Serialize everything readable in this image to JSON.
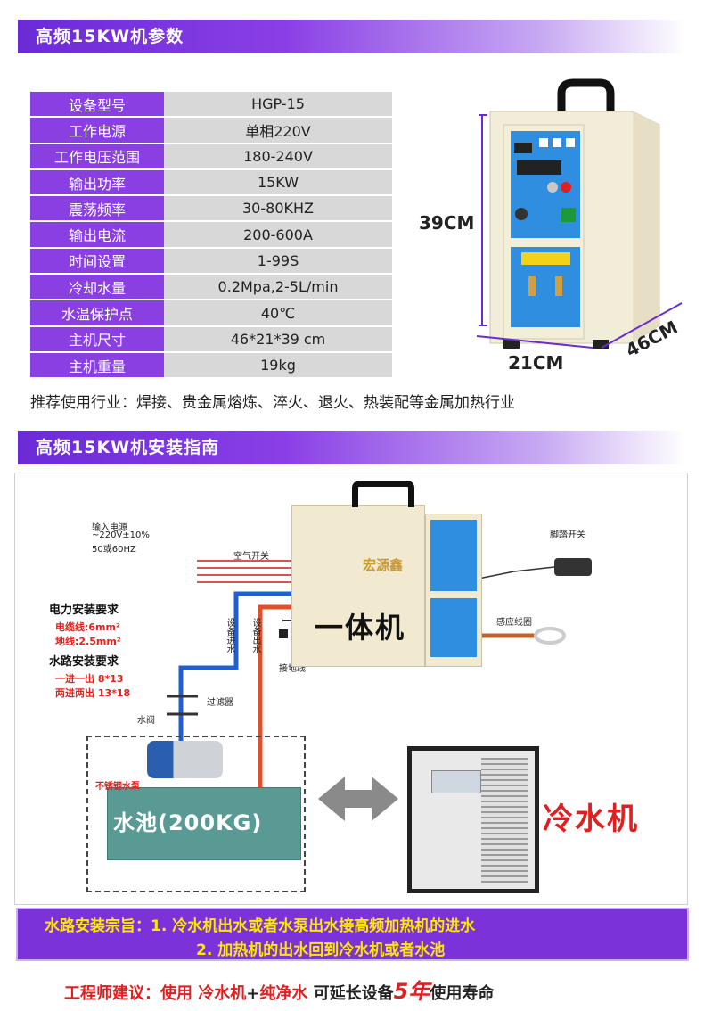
{
  "section1": {
    "title": "高频15KW机参数"
  },
  "specs": [
    {
      "key": "设备型号",
      "value": "HGP-15"
    },
    {
      "key": "工作电源",
      "value": "单相220V"
    },
    {
      "key": "工作电压范围",
      "value": "180-240V"
    },
    {
      "key": "输出功率",
      "value": "15KW"
    },
    {
      "key": "震荡频率",
      "value": "30-80KHZ"
    },
    {
      "key": "输出电流",
      "value": "200-600A"
    },
    {
      "key": "时间设置",
      "value": "1-99S"
    },
    {
      "key": "冷却水量",
      "value": "0.2Mpa,2-5L/min"
    },
    {
      "key": "水温保护点",
      "value": "40℃"
    },
    {
      "key": "主机尺寸",
      "value": "46*21*39 cm"
    },
    {
      "key": "主机重量",
      "value": "19kg"
    }
  ],
  "dimensions": {
    "height": "39CM",
    "width": "21CM",
    "depth": "46CM"
  },
  "industry": "推荐使用行业：焊接、贵金属熔炼、淬火、退火、热装配等金属加热行业",
  "section2": {
    "title": "高频15KW机安装指南"
  },
  "diagram": {
    "power_input_title": "输入电源",
    "power_input_voltage": "~220V±10%",
    "power_input_freq": "50或60HZ",
    "air_switch": "空气开关",
    "power_req_title": "电力安装要求",
    "cable_line": "电缆线:6mm²",
    "ground_line": "地线:2.5mm²",
    "water_req_title": "水路安装要求",
    "one_in_one_out": "一进一出 8*13",
    "two_in_two_out": "两进两出 13*18",
    "device_water_in": "设备进水",
    "device_water_out": "设备出水",
    "ground_wire": "接地线",
    "filter": "过滤器",
    "valve": "水阀",
    "pump": "不锈钢水泵",
    "tank": "水池(200KG)",
    "machine_label": "一体机",
    "brand": "宏源鑫",
    "foot_switch": "脚踏开关",
    "coil": "感应线圈",
    "chiller": "冷水机"
  },
  "footer": {
    "line1": "水路安装宗旨：1. 冷水机出水或者水泵出水接高频加热机的进水",
    "line2": "2. 加热机的出水回到冷水机或者水池"
  },
  "advice": {
    "prefix": "工程师建议：使用",
    "chiller": "冷水机",
    "plus": "+",
    "pure_water": "纯净水",
    "middle": "可延长设备",
    "years": "5年",
    "suffix": "使用寿命"
  },
  "colors": {
    "purple": "#8a3fe3",
    "red": "#e02020",
    "yellow": "#ffe800",
    "blue_pipe": "#1e5fd6",
    "red_pipe": "#e0502a"
  }
}
